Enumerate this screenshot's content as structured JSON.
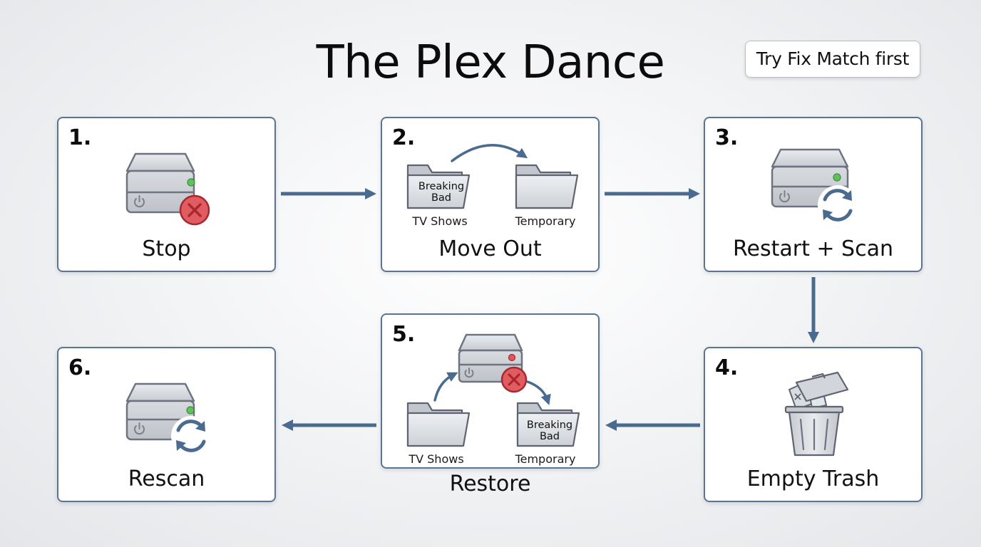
{
  "title": "The Plex Dance",
  "note": "Try Fix Match first",
  "steps": [
    {
      "number": "1.",
      "label": "Stop"
    },
    {
      "number": "2.",
      "label": "Move Out",
      "source_folder": "TV Shows",
      "dest_folder": "Temporary",
      "item": "Breaking Bad"
    },
    {
      "number": "3.",
      "label": "Restart + Scan"
    },
    {
      "number": "4.",
      "label": "Empty Trash"
    },
    {
      "number": "5.",
      "label": "Restore",
      "source_folder": "TV Shows",
      "dest_folder": "Temporary",
      "item": "Breaking Bad"
    },
    {
      "number": "6.",
      "label": "Rescan"
    }
  ],
  "colors": {
    "accent": "#4a6b8f",
    "card_border": "#5a7592",
    "status_green": "#5fc35c",
    "status_red": "#e0575b",
    "error_red": "#cf3c43"
  }
}
